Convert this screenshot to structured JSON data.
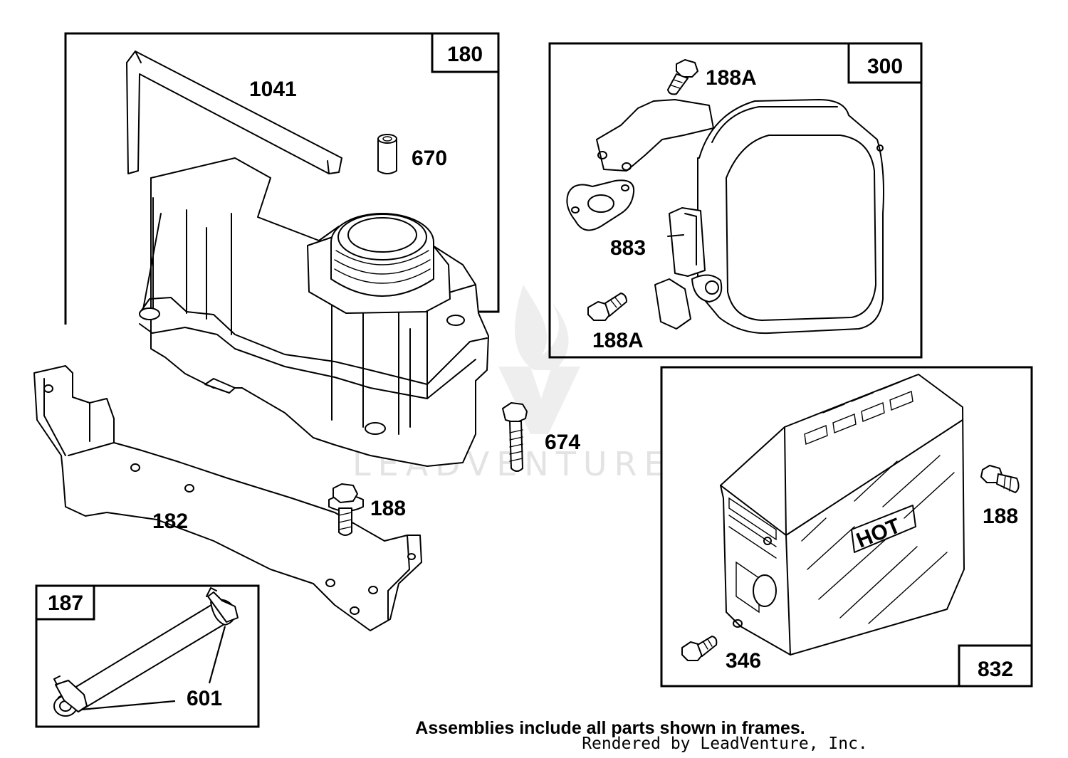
{
  "frames": {
    "fuel_tank": "180",
    "muffler": "300",
    "fuel_line": "187",
    "guard": "832"
  },
  "labels": {
    "p1041": "1041",
    "p670": "670",
    "p674": "674",
    "p188_tank": "188",
    "p182": "182",
    "p188a_top": "188A",
    "p188a_bottom": "188A",
    "p883": "883",
    "p188_guard": "188",
    "p346": "346",
    "p601": "601",
    "hot_text": "HOT"
  },
  "footer": {
    "note": "Assemblies include all parts shown in frames.",
    "rendered": "Rendered by LeadVenture, Inc."
  },
  "watermark": "LEADVENTURE"
}
